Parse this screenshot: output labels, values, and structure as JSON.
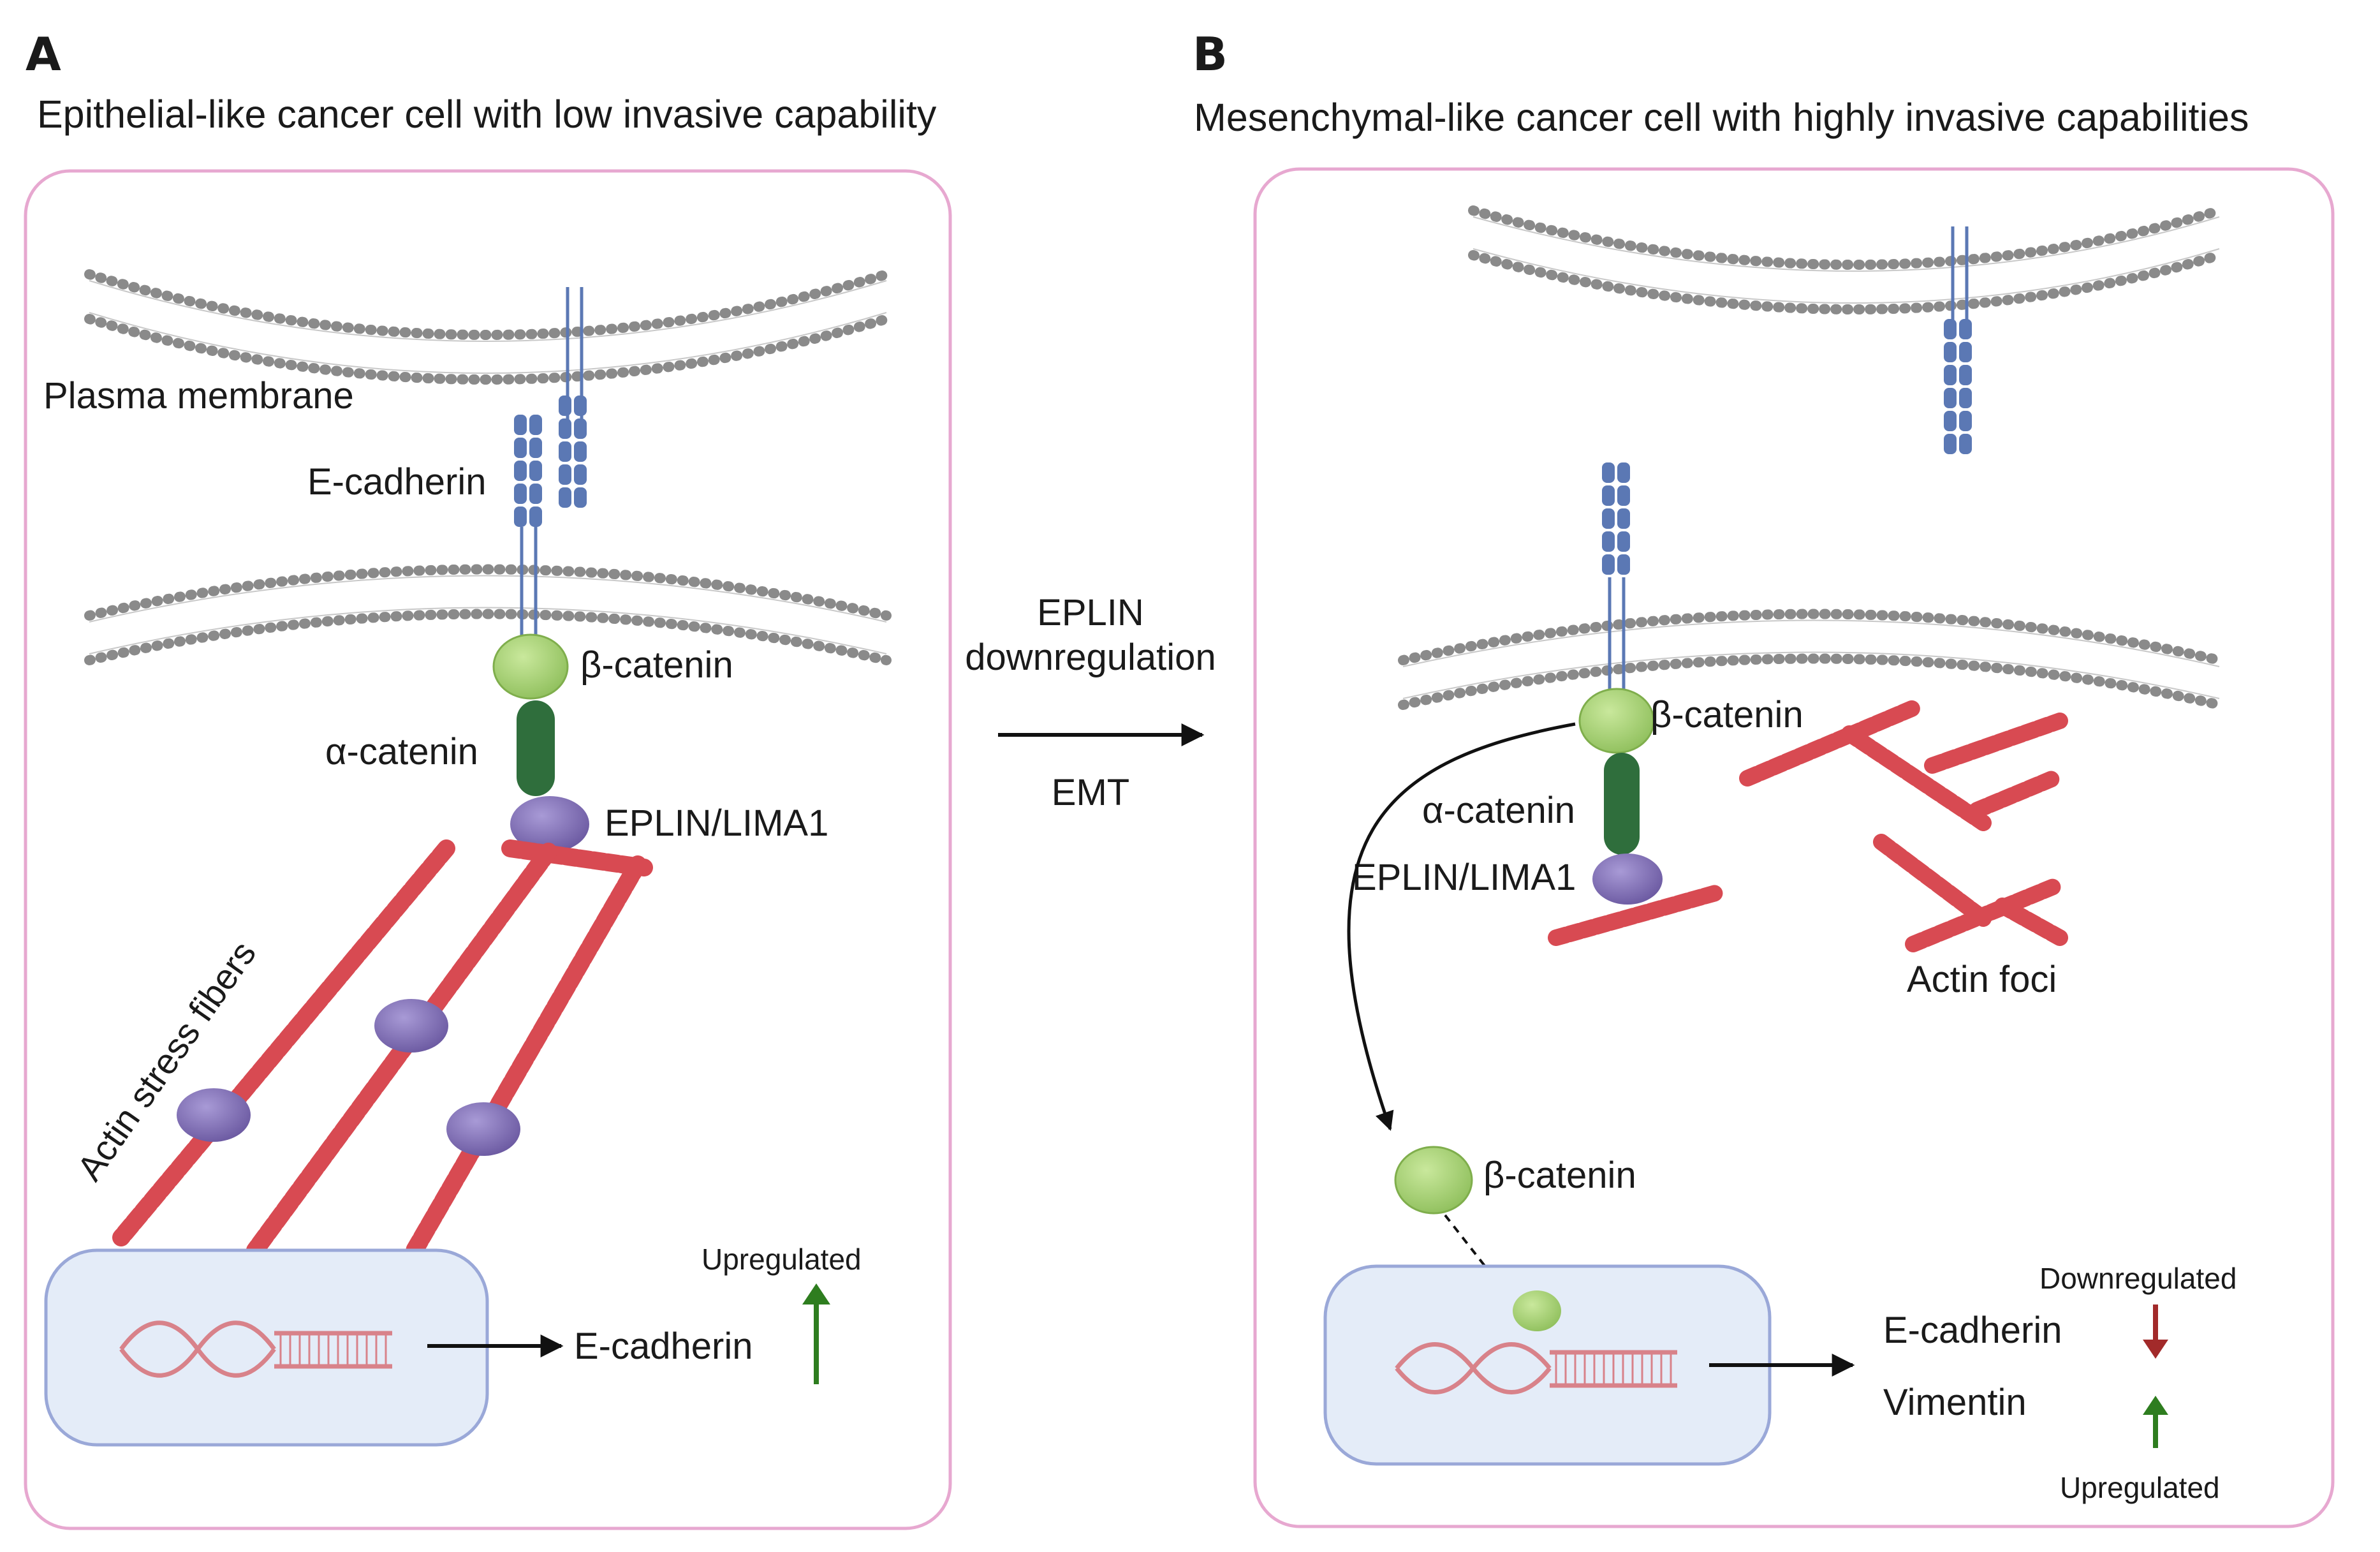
{
  "panel_a": {
    "letter": "A",
    "title": "Epithelial-like cancer cell with low invasive capability",
    "plasma_membrane": "Plasma membrane",
    "e_cadherin": "E-cadherin",
    "beta_catenin": "β-catenin",
    "alpha_catenin": "α-catenin",
    "eplin": "EPLIN/LIMA1",
    "actin_stress_fibers": "Actin stress fibers",
    "upregulated": "Upregulated",
    "output_gene": "E-cadherin"
  },
  "transition": {
    "line1": "EPLIN",
    "line2": "downregulation",
    "below": "EMT"
  },
  "panel_b": {
    "letter": "B",
    "title": "Mesenchymal-like cancer cell with highly invasive capabilities",
    "beta_catenin": "β-catenin",
    "alpha_catenin": "α-catenin",
    "eplin": "EPLIN/LIMA1",
    "actin_foci": "Actin foci",
    "beta_catenin_free": "β-catenin",
    "downregulated": "Downregulated",
    "e_cadherin": "E-cadherin",
    "vimentin": "Vimentin",
    "upregulated": "Upregulated"
  },
  "colors": {
    "cell_border": "#e7a8d0",
    "membrane_head": "#8a8a8a",
    "cadherin": "#5b78b4",
    "beta_catenin": "#9ccb6b",
    "alpha_catenin": "#2f6e3c",
    "eplin": "#7a68ae",
    "actin": "#d84a52",
    "nucleus_fill": "#e4ecf8",
    "nucleus_border": "#9aa8d8",
    "up_arrow": "#2e7d1f",
    "down_arrow": "#a22a2a"
  }
}
